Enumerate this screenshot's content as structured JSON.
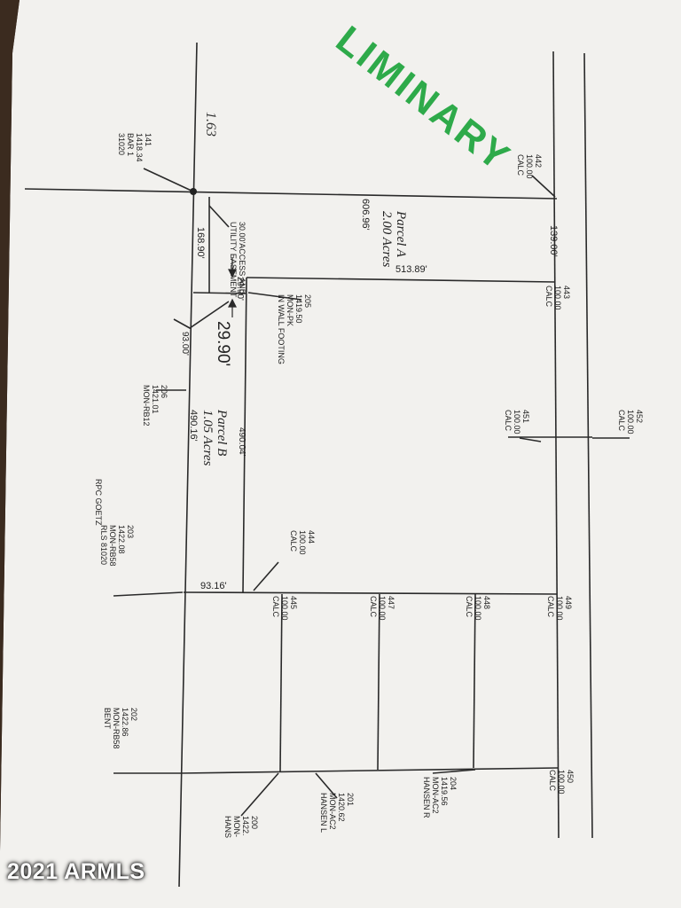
{
  "stamp": {
    "text": "LIMINARY",
    "color": "#2eaa4a"
  },
  "handwritten_note": "1.63",
  "parcels": {
    "a": {
      "name": "Parcel A",
      "area": "2.00 Acres"
    },
    "b": {
      "name": "Parcel B",
      "area": "1.05 Acres"
    }
  },
  "dimensions": {
    "top_line": "606.96'",
    "parcel_a_mid": "513.89'",
    "parcel_a_side": "139.00'",
    "easement_width": "168.90'",
    "small_gap": "29.90'",
    "small_gap_large": "29.90'",
    "west_strip": "93.00'",
    "parcel_b_west": "490.04'",
    "parcel_b_east": "490.16'",
    "parcel_b_bottom": "93.16'"
  },
  "easement": {
    "line1": "30.00'ACCESS AND",
    "line2": "UTILITY EASEMENT"
  },
  "monuments": {
    "m141": [
      "141",
      "1418.34",
      "BAR 1",
      "31020"
    ],
    "m205": [
      "205",
      "1419.50",
      "MON-PK",
      "IN WALL FOOTING"
    ],
    "m206": [
      "206",
      "1421.01",
      "MON-RB12"
    ],
    "m203": [
      "203",
      "1422.08",
      "MON-RB58",
      "RLS 81020",
      "RPC GOETZ"
    ],
    "m202": [
      "202",
      "1422.86",
      "MON-RB58",
      "BENT"
    ],
    "m201": [
      "201",
      "1420.62",
      "MON-AC2",
      "HANSEN L"
    ],
    "m200": [
      "200",
      "1422.",
      "MON-",
      "HANS"
    ],
    "m204": [
      "204",
      "1419.56",
      "MON-AC2",
      "HANSEN R"
    ]
  },
  "calc_points": {
    "p442": [
      "442",
      "100.00",
      "CALC"
    ],
    "p443": [
      "443",
      "100.00",
      "CALC"
    ],
    "p451": [
      "451",
      "100.00",
      "CALC"
    ],
    "p452": [
      "452",
      "100.00",
      "CALC"
    ],
    "p444": [
      "444",
      "100.00",
      "CALC"
    ],
    "p445": [
      "445",
      "100.00",
      "CALC"
    ],
    "p447": [
      "447",
      "100.00",
      "CALC"
    ],
    "p448": [
      "448",
      "100.00",
      "CALC"
    ],
    "p449": [
      "449",
      "100.00",
      "CALC"
    ],
    "p450": [
      "450",
      "100.00",
      "CALC"
    ]
  },
  "watermark": "2021 ARMLS"
}
